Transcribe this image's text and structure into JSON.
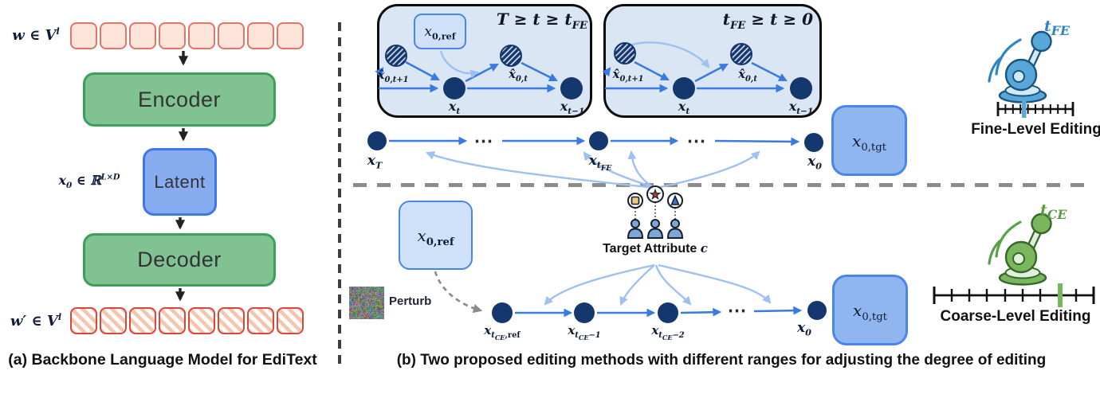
{
  "colors": {
    "accent_blue": "#3a7bdf",
    "light_blue_arrow": "#9fc0f0",
    "navy_node": "#14376e",
    "panel_fill": "#dbe6f4",
    "green_box": "#80c292",
    "latent_box": "#87acf0",
    "token_fill": "#fce4d8",
    "token_border": "#e0756a",
    "token_out_border": "#d9473a",
    "tgt_box_fill": "#90b6ef",
    "ref_box_fill": "#cfe1f8",
    "box_border_blue": "#4a86e8",
    "fine_blue": "#2e86c1",
    "coarse_green": "#5a9b44"
  },
  "panel_a": {
    "token_count": 8,
    "input_label": {
      "base": "w ∈ V",
      "sup": "l"
    },
    "output_label": {
      "base": "w′ ∈ V",
      "sup": "l"
    },
    "latent_dim_label": {
      "base": "x",
      "sub": "0",
      "mid": " ∈ ℝ",
      "sup": "L×D"
    },
    "encoder": "Encoder",
    "latent": "Latent",
    "decoder": "Decoder",
    "caption": "(a) Backbone Language Model for EdiText"
  },
  "panel_b": {
    "caption": "(b) Two proposed editing methods with different ranges for adjusting the degree of editing",
    "range_early": {
      "base": "T ≥ t ≥ t",
      "sub": "FE"
    },
    "range_late": {
      "base": "t",
      "sub": "FE",
      "rest": " ≥ t ≥ 0"
    },
    "stage_nodes": {
      "ref_box": {
        "base": "x",
        "sub": "0,ref"
      },
      "xhat_next": {
        "base": "x̂",
        "sub": "0,t+1"
      },
      "x_t": {
        "base": "x",
        "sub": "t"
      },
      "xhat_t": {
        "base": "x̂",
        "sub": "0,t"
      },
      "x_tm1": {
        "base": "x",
        "sub": "t−1"
      }
    },
    "top_chain": {
      "x_T": {
        "base": "x",
        "sub": "T"
      },
      "dots": "⋯",
      "x_tFE": {
        "base": "x",
        "sub": "t",
        "subsub": "FE"
      },
      "x_0": {
        "base": "x",
        "sub": "0"
      },
      "x_tgt": {
        "base": "x",
        "sub": "0,tgt"
      }
    },
    "target_attribute": {
      "label_base": "Target Attribute ",
      "label_var": "c"
    },
    "bottom_chain": {
      "ref_box": {
        "base": "x",
        "sub": "0,ref"
      },
      "perturb": "Perturb",
      "x_ref": {
        "base": "x",
        "sub": "t",
        "subsub": "CE",
        "subrest": ",ref"
      },
      "x_m1": {
        "base": "x",
        "sub": "t",
        "subsub": "CE",
        "subrest": "−1"
      },
      "x_m2": {
        "base": "x",
        "sub": "t",
        "subsub": "CE",
        "subrest": "−2"
      },
      "dots": "⋯",
      "x_0": {
        "base": "x",
        "sub": "0"
      },
      "x_tgt": {
        "base": "x",
        "sub": "0,tgt"
      }
    },
    "fine_editing": {
      "t_label": {
        "base": "t",
        "sub": "FE"
      },
      "caption": "Fine-Level Editing"
    },
    "coarse_editing": {
      "t_label": {
        "base": "t",
        "sub": "CE"
      },
      "caption": "Coarse-Level Editing"
    }
  }
}
